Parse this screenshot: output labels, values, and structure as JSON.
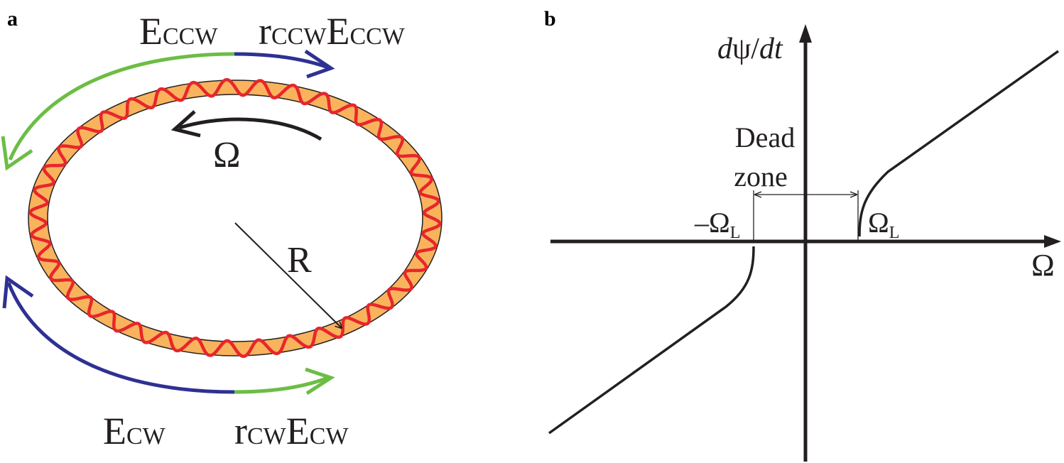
{
  "panel_a": {
    "label": "a",
    "e_ccw": {
      "main": "E",
      "sub": "CCW"
    },
    "r_ccw_e_ccw": {
      "r": "r",
      "r_sub": "CCW",
      "e": "E",
      "e_sub": "CCW"
    },
    "e_cw": {
      "main": "E",
      "sub": "CW"
    },
    "r_cw_e_cw": {
      "r": "r",
      "r_sub": "CW",
      "e": "E",
      "e_sub": "CW"
    },
    "omega": "Ω",
    "radius": "R",
    "colors": {
      "ring_fill": "#f9b35d",
      "wave": "#e8262b",
      "green": "#6cbd45",
      "blue": "#2e3192",
      "black": "#231f20"
    }
  },
  "panel_b": {
    "label": "b",
    "y_axis": {
      "d1": "d",
      "psi": "ψ",
      "slash": "/",
      "d2": "dt"
    },
    "x_axis": "Ω",
    "dead_zone": {
      "line1": "Dead",
      "line2": "zone"
    },
    "neg_omega_l": {
      "main": "–Ω",
      "sub": "L"
    },
    "pos_omega_l": {
      "main": "Ω",
      "sub": "L"
    }
  }
}
